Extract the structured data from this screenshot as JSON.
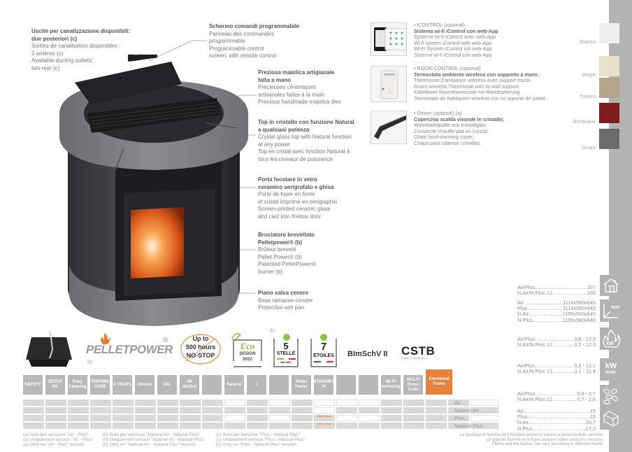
{
  "callouts": {
    "ducting": {
      "title1": "Uscite per canalizzazione disponibili:",
      "title2": "due posteriori (c)",
      "lines": [
        "Sorties de canalisation disponibles :",
        "2 arrières (c)",
        "Available ducting outlets:",
        "two rear (c)"
      ]
    },
    "control": {
      "title1": "Schermo comandi programmabile",
      "lines": [
        "Panneau des commandes",
        "programmable",
        "Programmable control",
        "screen, with remote control"
      ]
    },
    "majolica": {
      "title1": "Preziosa maiolica artigianale",
      "title2": "fatta a mano",
      "lines": [
        "Précieuses céramiques",
        "artisanales faites à la main",
        "Precious handmade majolica tiles"
      ]
    },
    "top": {
      "title1": "Top in cristallo con funzione Natural",
      "title2": "a qualsiasi potenza",
      "lines": [
        "Crystal glass top with Natural function",
        "at any power",
        "Top en cristal avec fonction Natural à",
        "tous les niveaux de puissance"
      ]
    },
    "door": {
      "title1": "Porta focolare in vetro",
      "title2": "ceramico serigrafato e ghisa",
      "lines": [
        "Porte de foyer en fonte",
        "et cristal imprimé en sérigraphie",
        "Screen-printed ceramic glass",
        "and cast iron firebox door"
      ]
    },
    "burner": {
      "title1": "Bruciatore brevettato",
      "title2": "Pelletpower® (b)",
      "lines": [
        "Brûleur breveté",
        "Pellet Power® (b)",
        "Patented PelletPower®",
        "burner (b)"
      ]
    },
    "ash": {
      "title1": "Piano salva cenere",
      "lines": [
        "Base ramasse-cendre",
        "Protective ash pan"
      ]
    }
  },
  "options": [
    {
      "head": "• iCONTROL (optional)",
      "title": "Sistema wi-fi iControl con web-App",
      "lines": [
        "Système wi-fi iControl avec web-App",
        "Wi-fi system iControl with web-App",
        "Wi-Fi System iControl mit web-App",
        "Sistema wi-fi iControl con web-App"
      ]
    },
    {
      "head": "• ROOM CONTROL (optional)",
      "title": "Termostato ambiente wireless con supporto a muro.",
      "lines": [
        "Thermostat d'ambiance wireless avec support mural.",
        "Room wireless Thermostat with its wall support.",
        "Kabelloser Raumthermostat mit Wandhalterung.",
        "Termostato de habitación wireless con su soporte de pared."
      ]
    },
    {
      "head": "• Dinner (optional) (a)",
      "title": "Coperchio scalda vivande in cristallo;",
      "lines": [
        "Warmhalteplatte aus Kristallglas;",
        "Couvercle chauffe-plat en crystal;",
        "Glass food-warming cover;",
        "Chapa para calentar comidas;"
      ]
    }
  ],
  "colors": [
    {
      "name": "Bianco",
      "hex": "#eeeeee"
    },
    {
      "name": "Beige",
      "hex": "#eadfc8"
    },
    {
      "name": "Tortora",
      "hex": "#b3a68c"
    },
    {
      "name": "Bordeaux",
      "hex": "#7e1c1e"
    },
    {
      "name": "Grigio",
      "hex": "#6b6b6b"
    }
  ],
  "specs": {
    "volume": {
      "icon": "house-icon",
      "rows": [
        {
          "k": "Air/Plus",
          "v": "107"
        },
        {
          "k": "N.Air/N.Plus 12",
          "v": "103"
        }
      ]
    },
    "dimensions": {
      "icon": "dimensions-icon",
      "unit": "mm",
      "rows": [
        {
          "k": "Air",
          "v": "1114x560x645"
        },
        {
          "k": "Plus",
          "v": "1114x560x645"
        },
        {
          "k": "N.Air",
          "v": "1105x560x640"
        },
        {
          "k": "N.Plus",
          "v": "1105x560x640"
        }
      ]
    },
    "power": {
      "icon": "flame-kw-icon",
      "unit": "kW",
      "rows": [
        {
          "k": "Air/Plus",
          "v": "3,8 - 12,9"
        },
        {
          "k": "N.Air/N.Plus 12",
          "v": "3,2 - 12,3"
        }
      ]
    },
    "nominal": {
      "icon": "kw-nom-icon",
      "unit1": "kW",
      "unit2": "NOM.",
      "rows": [
        {
          "k": "Air/Plus",
          "v": "3,5 - 12,1"
        },
        {
          "k": "N.Air/N.Plus 12",
          "v": "3,1 - 11,4"
        }
      ]
    },
    "consumption": {
      "icon": "pellets-icon",
      "rows": [
        {
          "k": "Air/Plus",
          "v": "0,8 - 2,7"
        },
        {
          "k": "N.Air/N.Plus 12",
          "v": "0,7 - 2,6"
        }
      ]
    },
    "hopper": {
      "icon": "hopper-icon",
      "rows": [
        {
          "k": "Air",
          "v": "19"
        },
        {
          "k": "Plus",
          "v": "15"
        },
        {
          "k": "N.Air",
          "v": "20,7"
        },
        {
          "k": "N.Plus",
          "v": "17,2"
        }
      ]
    }
  },
  "logos": {
    "pelletpower": "PELLETPOWER",
    "reg": "®",
    "pelletpower_note": "(b)",
    "hours1": "Up to",
    "hours2": "500 hours",
    "hours3": "NO-STOP",
    "eco1": "Eco",
    "eco2": "DESIGN",
    "eco3": "2022",
    "stelle_note": "(b)",
    "stelle_num": "5",
    "stelle": "STELLE",
    "stelle_sub": "DM 186/7",
    "etoiles_num": "7",
    "etoiles": "ÉTOILES",
    "bimsch": "BImSchV II",
    "cstb": "CSTB",
    "cstb_sub": "le futur en construction"
  },
  "features": [
    "SAFETY",
    "SETUP DK",
    "Easy Cleaning",
    "THERMO CORE",
    "4 YEARS",
    "chrono",
    "XXL",
    "36 decibel",
    "",
    "Natural",
    "i",
    "",
    "Pellet Power",
    "STANDBY H",
    "",
    "",
    "Wi-Fi Technology",
    "MULTI Dress Code",
    "Emotional Flame"
  ],
  "grid": {
    "labels": [
      "Air",
      "Natural Air",
      "Plus",
      "Natural Plus"
    ],
    "rows": [
      [
        "g",
        "g",
        "g",
        "g",
        "g",
        "g",
        "g",
        "g",
        "g",
        "w",
        "g",
        "w",
        "g",
        "w",
        "w",
        "w",
        "g",
        "g",
        "g",
        "g",
        "w"
      ],
      [
        "g",
        "g",
        "g",
        "g",
        "g",
        "g",
        "g",
        "g",
        "g",
        "g",
        "g",
        "g",
        "g",
        "w",
        "g",
        "g",
        "g",
        "g",
        "g",
        "g",
        "g"
      ],
      [
        "g",
        "g",
        "g",
        "g",
        "g",
        "g",
        "g",
        "g",
        "g",
        "w",
        "g",
        "w",
        "g",
        "o",
        "w",
        "w",
        "g",
        "g",
        "g",
        "g",
        "w"
      ],
      [
        "g",
        "g",
        "g",
        "g",
        "g",
        "g",
        "g",
        "g",
        "g",
        "g",
        "g",
        "g",
        "g",
        "o",
        "g",
        "g",
        "g",
        "g",
        "g",
        "g",
        "g"
      ]
    ],
    "orange_text": "16mc/ 6mc2"
  },
  "footnotes": [
    [
      "(a) Solo per versione \"Air - Plus\"",
      "(a) Uniquement version \"Air - Plus\"",
      "(a) Only on \"Air - Plus\" version"
    ],
    [
      "(b) Solo per versione \"Natural Air - Natural Plus\"",
      "(b) Uniquement version \"Natural Air - Natural Plus\"",
      "(b) Only on \"Natural Air - Natural Plus\" version"
    ],
    [
      "(c) Solo per versione \"Plus - Natural Plus\"",
      "(c) Uniquement version \"Plus - Natural Plus\"",
      "(c) Only on \"Plus - Natural Plus\" version"
    ]
  ],
  "disclaimer": [
    "La tipologia di fiamma ed il focolare possono variare a seconda delle versioni",
    "Le type de flamme et le foyer peuvent varier selon les versions",
    "Flame and the firebox can vary according to different model"
  ]
}
